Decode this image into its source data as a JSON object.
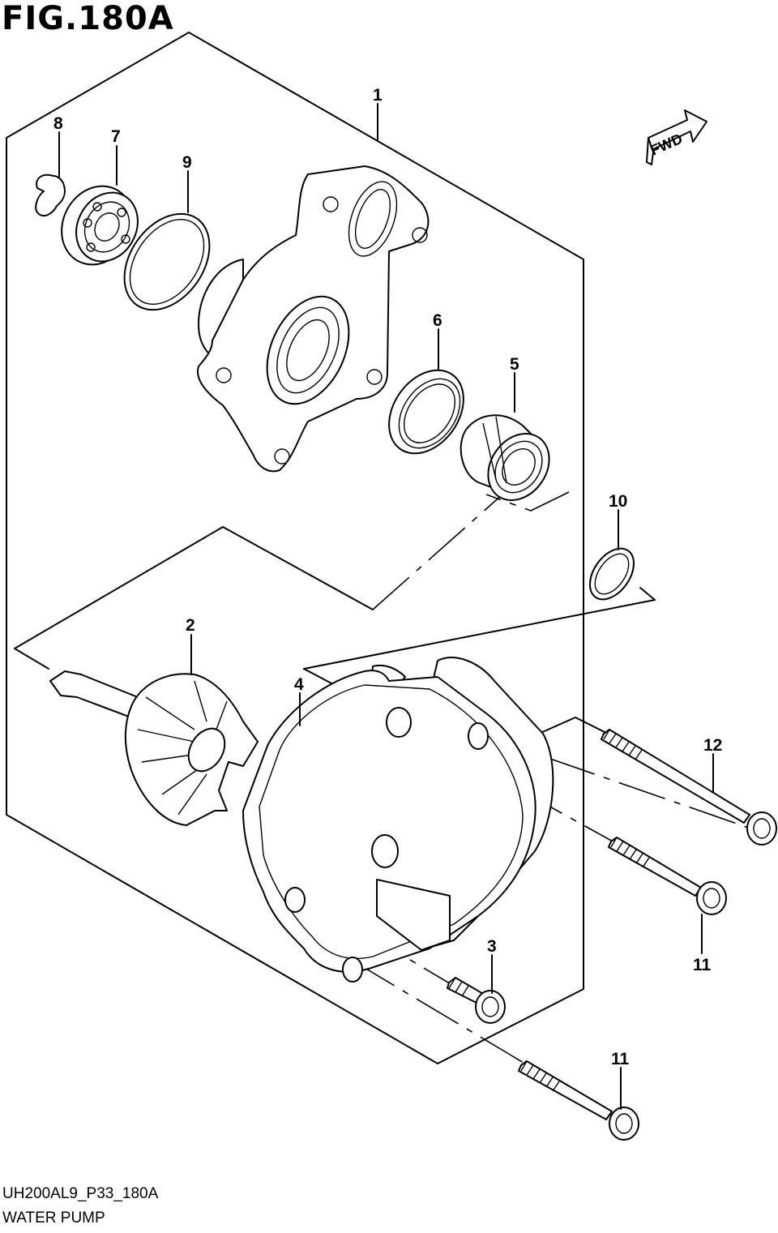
{
  "figure": {
    "title": "FIG.180A",
    "code": "UH200AL9_P33_180A",
    "name": "WATER PUMP",
    "direction_label": "FWD"
  },
  "callouts": [
    {
      "id": "c1",
      "label": "1"
    },
    {
      "id": "c2",
      "label": "2"
    },
    {
      "id": "c3",
      "label": "3"
    },
    {
      "id": "c4",
      "label": "4"
    },
    {
      "id": "c5",
      "label": "5"
    },
    {
      "id": "c6",
      "label": "6"
    },
    {
      "id": "c7",
      "label": "7"
    },
    {
      "id": "c8",
      "label": "8"
    },
    {
      "id": "c9",
      "label": "9"
    },
    {
      "id": "c10",
      "label": "10"
    },
    {
      "id": "c11a",
      "label": "11"
    },
    {
      "id": "c11b",
      "label": "11"
    },
    {
      "id": "c12",
      "label": "12"
    }
  ]
}
